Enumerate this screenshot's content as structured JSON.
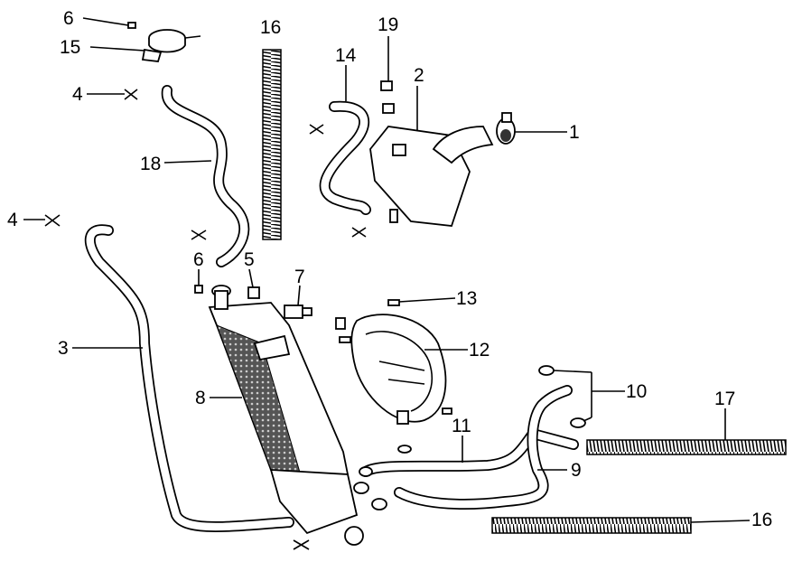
{
  "diagram": {
    "title": "Radiator cooling system exploded parts diagram",
    "callouts": [
      {
        "id": "c6a",
        "text": "6"
      },
      {
        "id": "c15",
        "text": "15"
      },
      {
        "id": "c16a",
        "text": "16"
      },
      {
        "id": "c19",
        "text": "19"
      },
      {
        "id": "c14",
        "text": "14"
      },
      {
        "id": "c2",
        "text": "2"
      },
      {
        "id": "c1",
        "text": "1"
      },
      {
        "id": "c4a",
        "text": "4"
      },
      {
        "id": "c18",
        "text": "18"
      },
      {
        "id": "c4b",
        "text": "4"
      },
      {
        "id": "c6b",
        "text": "6"
      },
      {
        "id": "c5",
        "text": "5"
      },
      {
        "id": "c7",
        "text": "7"
      },
      {
        "id": "c13",
        "text": "13"
      },
      {
        "id": "c3",
        "text": "3"
      },
      {
        "id": "c12",
        "text": "12"
      },
      {
        "id": "c8",
        "text": "8"
      },
      {
        "id": "c10",
        "text": "10"
      },
      {
        "id": "c17",
        "text": "17"
      },
      {
        "id": "c11",
        "text": "11"
      },
      {
        "id": "c9",
        "text": "9"
      },
      {
        "id": "c16b",
        "text": "16"
      }
    ]
  }
}
